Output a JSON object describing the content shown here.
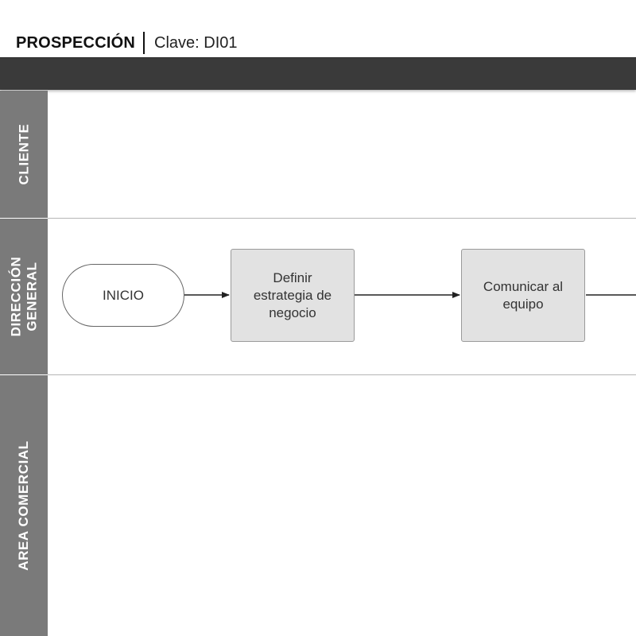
{
  "header": {
    "process_name": "PROSPECCIÓN",
    "code": "Clave: DI01"
  },
  "lanes": [
    {
      "id": "cliente",
      "label": "CLIENTE"
    },
    {
      "id": "direccion",
      "label": "DIRECCIÓN\nGENERAL"
    },
    {
      "id": "comercial",
      "label": "AREA COMERCIAL"
    }
  ],
  "nodes": [
    {
      "id": "inicio",
      "shape": "terminator",
      "lane": "direccion",
      "label": "INICIO"
    },
    {
      "id": "definir",
      "shape": "process",
      "lane": "direccion",
      "label": "Definir\nestrategia de\nnegocio"
    },
    {
      "id": "comunicar",
      "shape": "process",
      "lane": "direccion",
      "label": "Comunicar al\nequipo"
    }
  ],
  "edges": [
    {
      "from": "inicio",
      "to": "definir"
    },
    {
      "from": "definir",
      "to": "comunicar"
    },
    {
      "from": "comunicar",
      "to": "offscreen-right"
    }
  ],
  "colors": {
    "header_band": "#3a3a3a",
    "lane_label_bg": "#7a7a7a",
    "process_fill": "#e2e2e2",
    "connector": "#222222"
  }
}
